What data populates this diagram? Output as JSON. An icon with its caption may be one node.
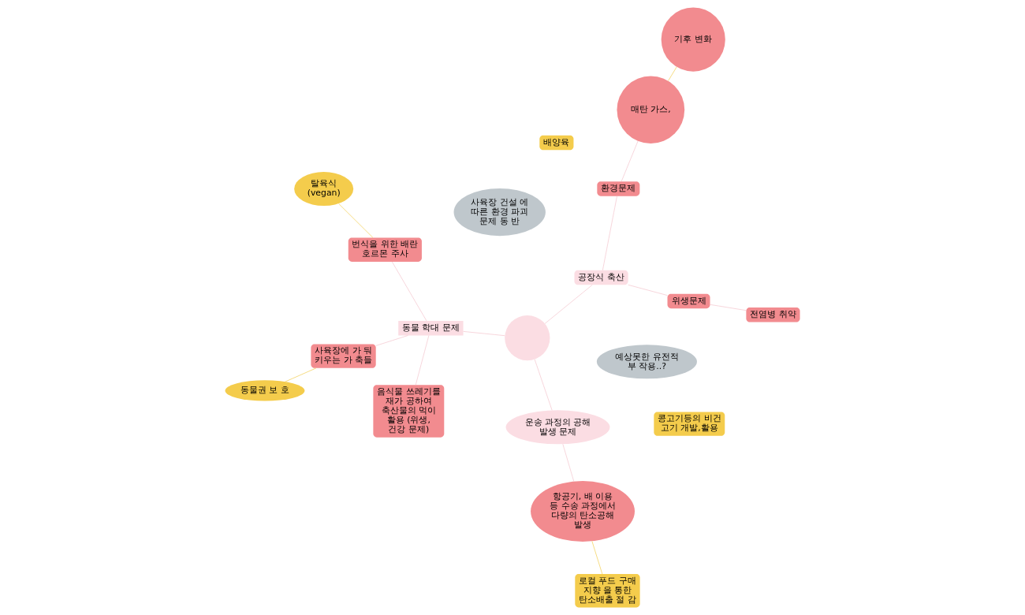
{
  "diagram": {
    "nodes": [
      {
        "text": [],
        "shape": "circle"
      },
      {
        "text": [
          "동물 학대 문제"
        ]
      },
      {
        "text": [
          "사육장에 가 둬 키우는 가 축들"
        ]
      },
      {
        "text": [
          "동물권 보 호"
        ]
      },
      {
        "text": [
          "사육장 건설 에 따른 환경 파괴 문제 동 반"
        ]
      },
      {
        "text": [
          "번식을 위한 배란 호르몬 주사"
        ]
      },
      {
        "text": [
          "탈육식 (vegan)"
        ]
      },
      {
        "text": [
          "음식물 쓰레기를 재가 공하여 축산물의 먹이 활용 (위생, 건강 문제)"
        ]
      },
      {
        "text": [
          "운송 과정의 공해 발생 문제"
        ]
      },
      {
        "text": [
          "항공기, 배 이용 등 수송 과정에서 다량의 탄소공해 발생"
        ]
      },
      {
        "text": [
          "로컬 푸드 구매 지향 을 통한 탄소배출 절 감"
        ]
      },
      {
        "text": [
          "공장식 축산"
        ]
      },
      {
        "text": [
          "위생문제"
        ]
      },
      {
        "text": [
          "전염병 취약"
        ]
      },
      {
        "text": [
          "콩고기등의 비건 고기 개발,활용"
        ]
      },
      {
        "text": [
          "기후 변화"
        ]
      },
      {
        "text": [
          "환경문제"
        ]
      },
      {
        "text": [
          "매탄 가스,"
        ]
      },
      {
        "text": [
          "배양육"
        ]
      },
      {
        "text": [
          "예상못한 유전적 부 작용..?"
        ]
      }
    ],
    "edges": [
      {
        "from": 0,
        "to": 1,
        "arrow": "none"
      },
      {
        "from": 1,
        "to": 2,
        "arrow": "none"
      },
      {
        "from": 2,
        "to": 3,
        "arrow": "none",
        "color": "#f2cf55"
      },
      {
        "from": 1,
        "to": 5,
        "arrow": "none"
      },
      {
        "from": 5,
        "to": 6,
        "arrow": "none",
        "color": "#f2cf55"
      },
      {
        "from": 1,
        "to": 7,
        "arrow": "none"
      },
      {
        "from": 0,
        "to": 8,
        "arrow": "none"
      },
      {
        "from": 8,
        "to": 9,
        "arrow": "none"
      },
      {
        "from": 9,
        "to": 10,
        "arrow": "none",
        "color": "#f2cf55"
      },
      {
        "from": 0,
        "to": 11,
        "arrow": "none"
      },
      {
        "from": 11,
        "to": 12,
        "arrow": "none"
      },
      {
        "from": 12,
        "to": 13,
        "arrow": "none"
      },
      {
        "from": 11,
        "to": 16,
        "arrow": "none"
      },
      {
        "from": 16,
        "to": 17,
        "arrow": "none"
      },
      {
        "from": 17,
        "to": 15,
        "arrow": "none",
        "color": "#f2cf55"
      }
    ]
  }
}
